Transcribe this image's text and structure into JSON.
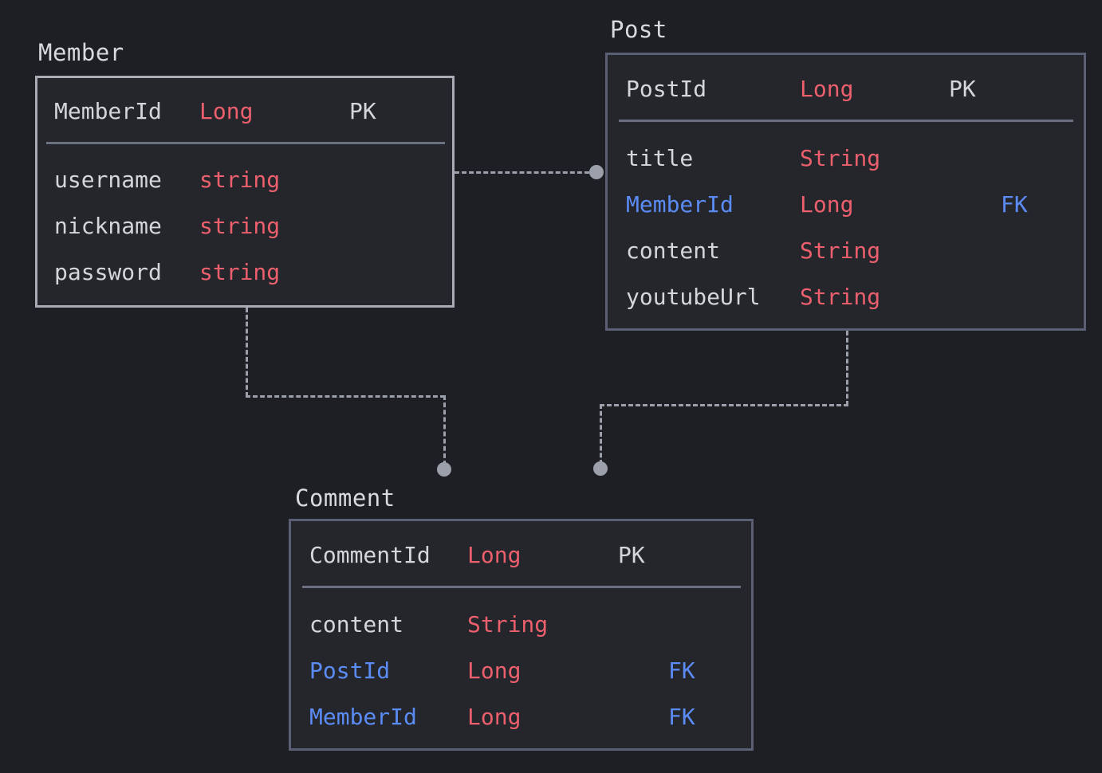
{
  "diagram": {
    "type": "entity-relationship-diagram",
    "background_color": "#1e1f25",
    "box_fill_color": "#25262c",
    "colors": {
      "type_text": "#ec5f6d",
      "foreign_key_text": "#5b8cf5",
      "plain_text": "#d4d6db",
      "member_border": "#a8abb5",
      "slate_border": "#5a5f73",
      "connector": "#9ca0ab",
      "separator": "#6b7080"
    },
    "entities": [
      {
        "name": "Member",
        "primary_key": {
          "field": "MemberId",
          "type": "Long",
          "key": "PK"
        },
        "fields": [
          {
            "field": "username",
            "type": "string",
            "key": ""
          },
          {
            "field": "nickname",
            "type": "string",
            "key": ""
          },
          {
            "field": "password",
            "type": "string",
            "key": ""
          }
        ]
      },
      {
        "name": "Post",
        "primary_key": {
          "field": "PostId",
          "type": "Long",
          "key": "PK"
        },
        "fields": [
          {
            "field": "title",
            "type": "String",
            "key": ""
          },
          {
            "field": "MemberId",
            "type": "Long",
            "key": "FK"
          },
          {
            "field": "content",
            "type": "String",
            "key": ""
          },
          {
            "field": "youtubeUrl",
            "type": "String",
            "key": ""
          }
        ]
      },
      {
        "name": "Comment",
        "primary_key": {
          "field": "CommentId",
          "type": "Long",
          "key": "PK"
        },
        "fields": [
          {
            "field": "content",
            "type": "String",
            "key": ""
          },
          {
            "field": "PostId",
            "type": "Long",
            "key": "FK"
          },
          {
            "field": "MemberId",
            "type": "Long",
            "key": "FK"
          }
        ]
      }
    ],
    "relationships": [
      {
        "from": "Member",
        "to": "Post",
        "style": "dashed"
      },
      {
        "from": "Member",
        "to": "Comment",
        "style": "dashed"
      },
      {
        "from": "Post",
        "to": "Comment",
        "style": "dashed"
      }
    ]
  }
}
